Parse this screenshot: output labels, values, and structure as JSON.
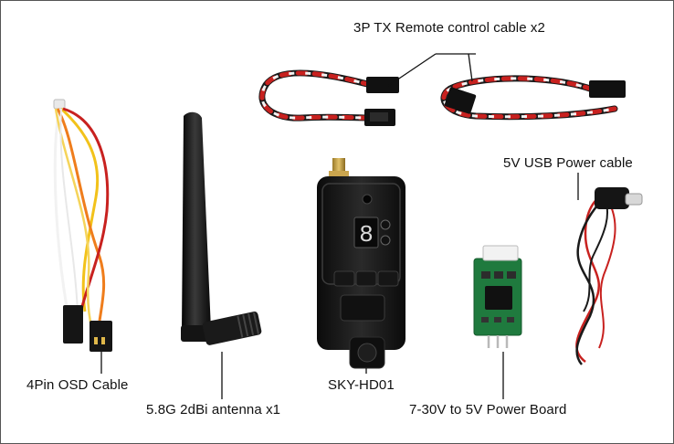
{
  "labels": {
    "remote_cable": "3P TX Remote control cable x2",
    "usb_cable": "5V USB Power cable",
    "osd_cable": "4Pin OSD Cable",
    "antenna": "5.8G 2dBi antenna x1",
    "transmitter": "SKY-HD01",
    "power_board": "7-30V to 5V Power Board"
  },
  "display": {
    "digit": "8"
  },
  "colors": {
    "background": "#ffffff",
    "cable_red": "#c8211f",
    "cable_black": "#1a1a1a",
    "cable_white": "#f2f2f2",
    "cable_yellow": "#f2c21a",
    "cable_orange": "#ef7d1c",
    "board_green": "#1f7a3e",
    "antenna_black": "#151515"
  }
}
